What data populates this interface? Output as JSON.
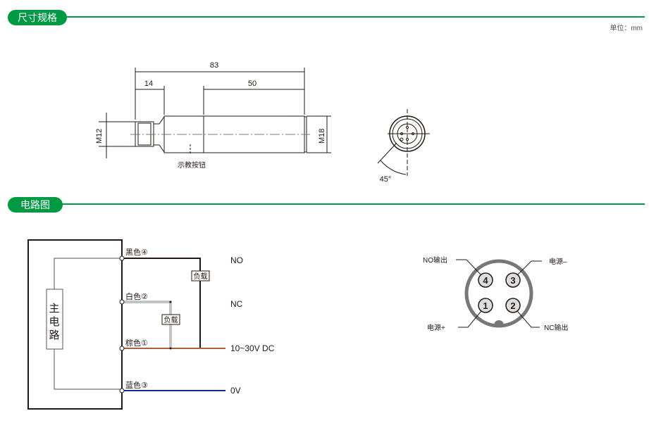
{
  "sections": {
    "dimensions": {
      "title": "尺寸规格",
      "unit": "单位：mm"
    },
    "circuit": {
      "title": "电路图"
    }
  },
  "dimensions": {
    "overall_length": "83",
    "connector_length": "14",
    "body_length": "50",
    "connector_thread": "M12",
    "body_thread": "M18",
    "teach_button": "示教按钮",
    "angle": "45°"
  },
  "circuit": {
    "main_circuit": [
      "主",
      "电",
      "路"
    ],
    "wires": {
      "black": "黑色④",
      "white": "白色②",
      "brown": "棕色①",
      "blue": "蓝色③"
    },
    "load": "负载",
    "outputs": {
      "no": "NO",
      "nc": "NC",
      "supply": "10~30V DC",
      "zero": "0V"
    },
    "colors": {
      "brand": "#009944",
      "brown": "#b0603a",
      "blue": "#1a2a8c",
      "black": "#231815"
    }
  },
  "pinout": {
    "pins": [
      "1",
      "2",
      "3",
      "4"
    ],
    "labels": {
      "pin4": "NO输出",
      "pin3": "电源–",
      "pin1": "电源+",
      "pin2": "NC输出"
    }
  }
}
